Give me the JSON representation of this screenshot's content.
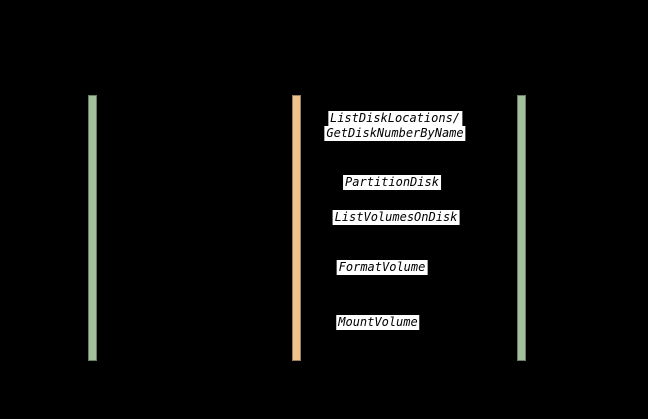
{
  "diagram": {
    "type": "sequence-diagram",
    "background_color": "#000000",
    "lifelines": [
      {
        "id": "left-participant-activation",
        "color": "#a3c09c"
      },
      {
        "id": "middle-participant-activation",
        "color": "#eec28f"
      },
      {
        "id": "right-participant-activation",
        "color": "#a3c09c"
      }
    ],
    "messages": [
      {
        "lines": [
          "ListDiskLocations/",
          "GetDiskNumberByName"
        ]
      },
      {
        "lines": [
          "PartitionDisk"
        ]
      },
      {
        "lines": [
          "ListVolumesOnDisk"
        ]
      },
      {
        "lines": [
          "FormatVolume"
        ]
      },
      {
        "lines": [
          "MountVolume"
        ]
      }
    ]
  }
}
